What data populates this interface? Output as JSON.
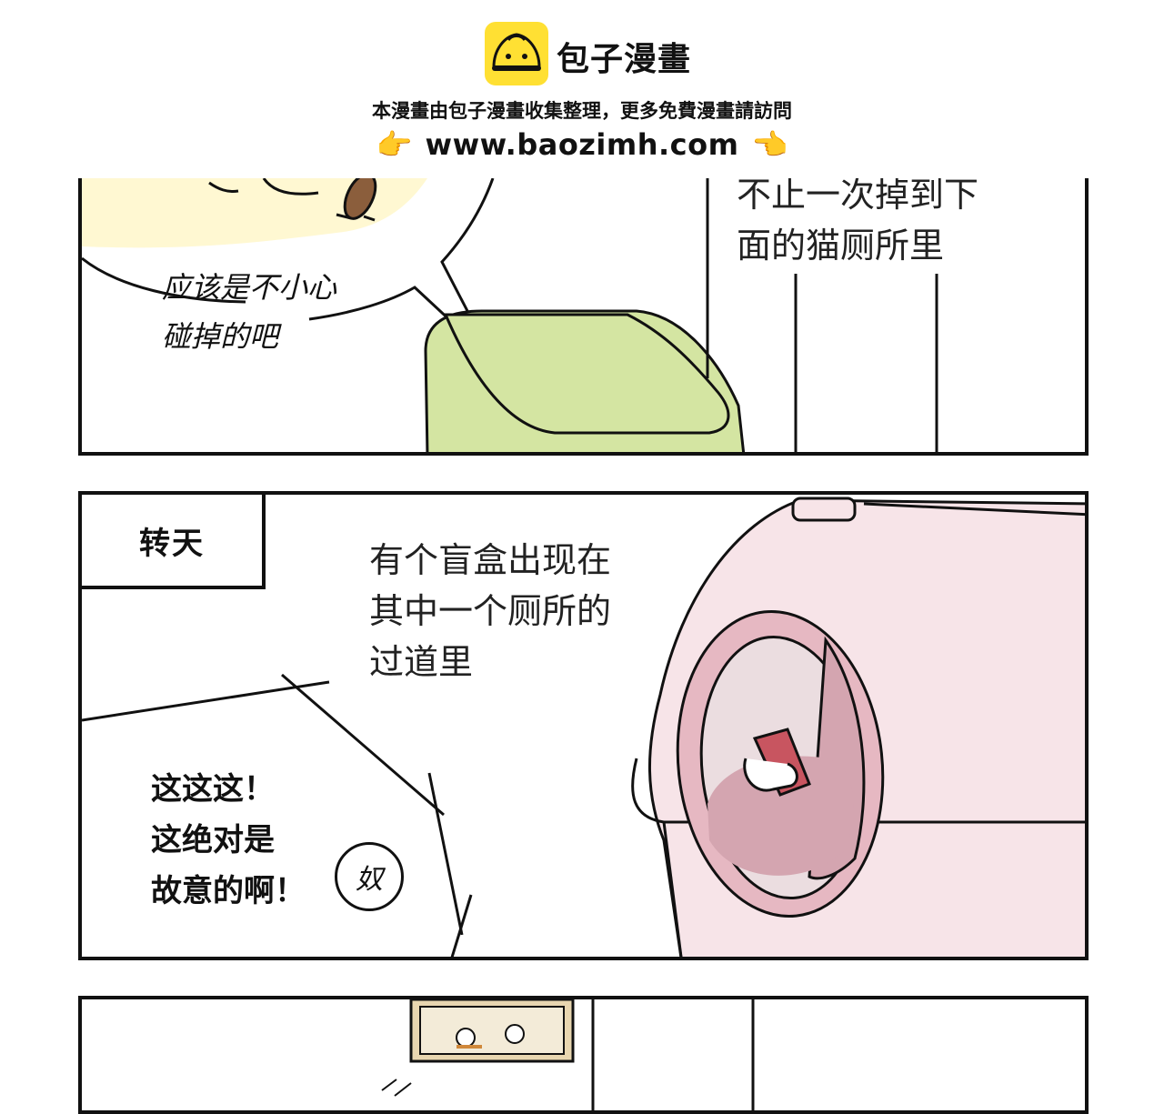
{
  "header": {
    "logo_icon": "steamed-bun-icon",
    "brand": "包子漫畫",
    "tagline": "本漫畫由包子漫畫收集整理，更多免費漫畫請訪問",
    "url": "www.baozimh.com",
    "left_pointer_icon": "pointing-hand-right-icon",
    "right_pointer_icon": "pointing-hand-left-icon",
    "left_pointer_glyph": "👉",
    "right_pointer_glyph": "👈"
  },
  "panel1": {
    "bubble_line1": "应该是不小心",
    "bubble_line2": "碰掉的吧",
    "narration_line1": "不止一次掉到下",
    "narration_line2": "面的猫厕所里"
  },
  "panel2": {
    "caption": "转天",
    "narration_line1": "有个盲盒出现在",
    "narration_line2": "其中一个厕所的",
    "narration_line3": "过道里",
    "shout_line1": "这这这！",
    "shout_line2": "这绝对是",
    "shout_line3": "故意的啊！",
    "stamp": "奴"
  },
  "colors": {
    "logo_yellow": "#FFE033",
    "pointer_yellow": "#F5B800",
    "ink": "#111111",
    "cream": "#FFF8D2",
    "litter_green": "#D4E5A2",
    "litter_pink": "#F7E4E8",
    "inner_pink": "#D4A5B0",
    "box_red": "#C85560"
  }
}
